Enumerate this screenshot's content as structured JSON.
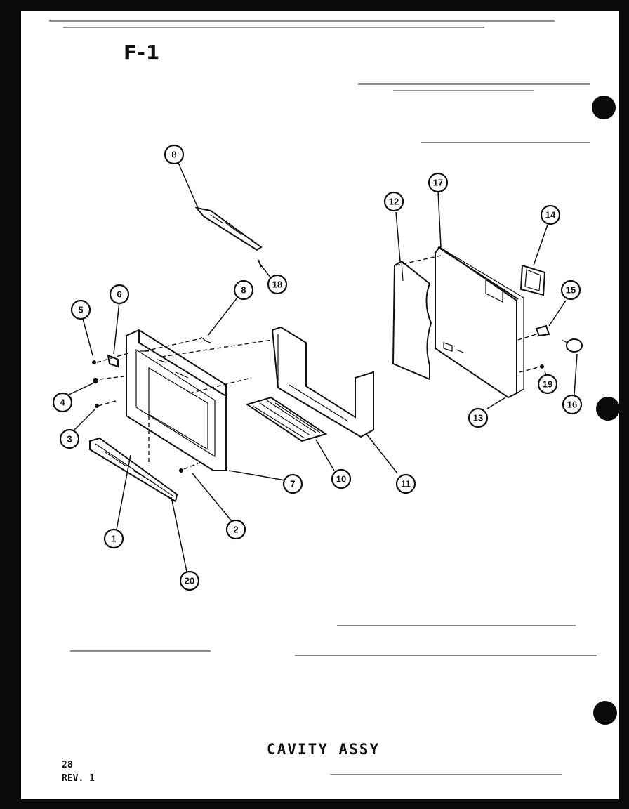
{
  "figure_label": "F-1",
  "caption": "CAVITY ASSY",
  "page_number": "28",
  "revision": "REV. 1",
  "callouts": [
    "1",
    "2",
    "3",
    "4",
    "5",
    "6",
    "7",
    "8",
    "8",
    "10",
    "11",
    "12",
    "13",
    "14",
    "15",
    "16",
    "17",
    "18",
    "19",
    "20"
  ],
  "colors": {
    "ink": "#111111",
    "paper": "#ffffff",
    "background": "#0a0a0a"
  }
}
